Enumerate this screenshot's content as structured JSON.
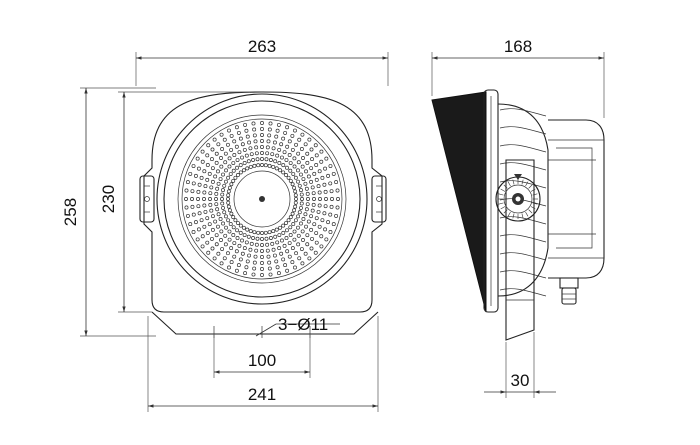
{
  "dimensions": {
    "width_overall": "263",
    "width_base": "241",
    "hole_spacing": "100",
    "height_overall": "258",
    "height_body": "230",
    "depth_overall": "168",
    "bracket_width": "30",
    "mounting_holes": "3−Ø11"
  },
  "colors": {
    "line": "#222222",
    "led": "#333333",
    "glass_fill": "#1a1a1a",
    "background": "#ffffff"
  }
}
